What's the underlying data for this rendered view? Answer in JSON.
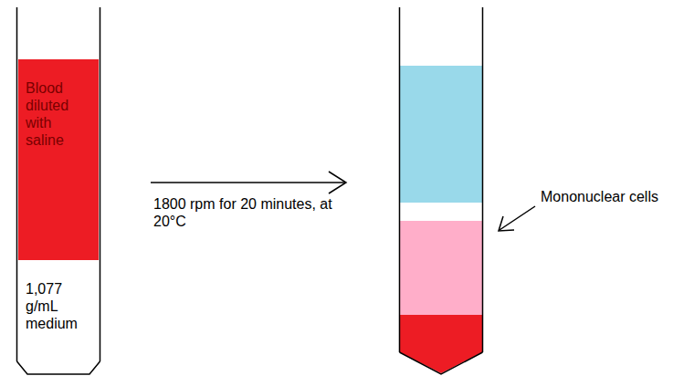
{
  "diagram": {
    "nodes": [
      {
        "text": [
          "Blood diluted with saline"
        ]
      },
      {
        "text": [
          "1,077 g/mL medium"
        ]
      }
    ],
    "labels": [
      "1800 rpm for 20 minutes, at 20°C",
      "Mononuclear cells"
    ]
  }
}
